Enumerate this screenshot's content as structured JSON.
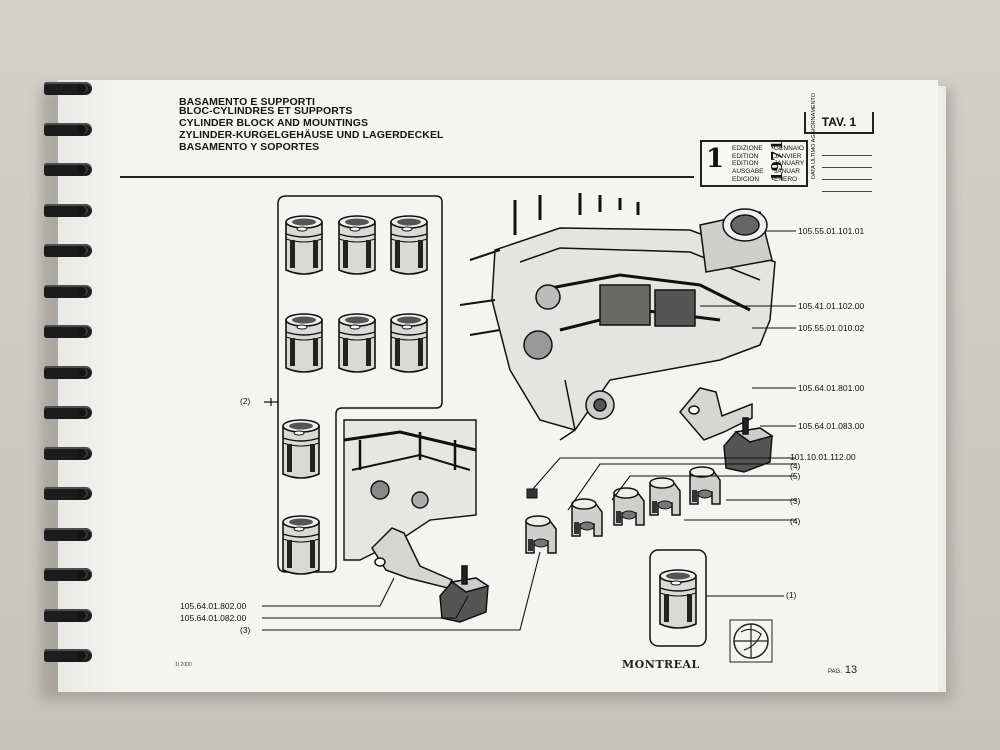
{
  "titles": [
    "BASAMENTO E SUPPORTI",
    "BLOC-CYLINDRES ET SUPPORTS",
    "CYLINDER BLOCK AND MOUNTINGS",
    "ZYLINDER-KURGELGEHÄUSE UND LAGERDECKEL",
    "BASAMENTO Y SOPORTES"
  ],
  "plate": "TAV. 1",
  "edition": {
    "number": "1",
    "labels": [
      "EDIZIONE",
      "EDITION",
      "EDITION",
      "AUSGABE",
      "EDICION"
    ],
    "months": [
      "GENNAIO",
      "JANVIER",
      "JANUARY",
      "JANUAR",
      "ENERO"
    ],
    "year": "1971",
    "update_label": "DATA ULTIMO AGGIORNAMENTO"
  },
  "callouts": {
    "c1": "105.55.01.101.01",
    "c2": "105.41.01.102.00",
    "c3": "105.55.01.010.02",
    "c4": "105.64.01.801.00",
    "c5": "105.64.01.083.00",
    "c6": "101.10.01.112.00",
    "c7": "(4)",
    "c8": "(5)",
    "c9": "(3)",
    "c10": "(4)",
    "c11": "(1)",
    "c12": "(2)",
    "b1": "105.64.01.802.00",
    "b2": "105.64.01.082.00",
    "b3": "(3)"
  },
  "footer": {
    "left": "1I  2000",
    "logo": "MONTREAL",
    "pag_label": "PAG.",
    "pag_number": "13"
  }
}
